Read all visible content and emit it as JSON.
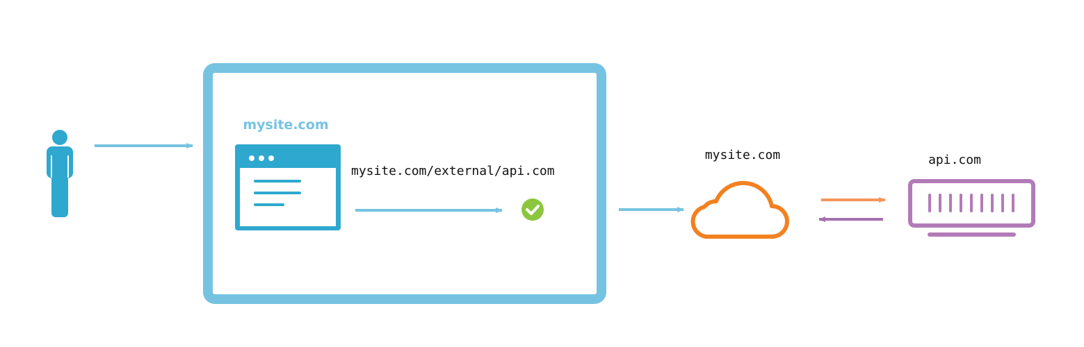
{
  "browser_frame": {
    "domain_label": "mysite.com",
    "request_url": "mysite.com/external/api.com"
  },
  "proxy_server": {
    "label": "mysite.com"
  },
  "api_server": {
    "label": "api.com"
  },
  "icons": {
    "user": "user-icon",
    "browser_window": "browser-window-icon",
    "check": "check-circle-icon",
    "cloud": "cloud-icon",
    "server": "server-rack-icon"
  },
  "colors": {
    "user_blue": "#2EA8CF",
    "frame_blue": "#76C3E1",
    "browser_blue": "#2EA8CF",
    "arrow_blue": "#76C3E1",
    "check_green": "#8CC63F",
    "cloud_orange": "#F28121",
    "arrow_orange": "#F4965A",
    "server_purple": "#B27BB7",
    "arrow_purple": "#A371AE",
    "text_dark": "#111111"
  }
}
